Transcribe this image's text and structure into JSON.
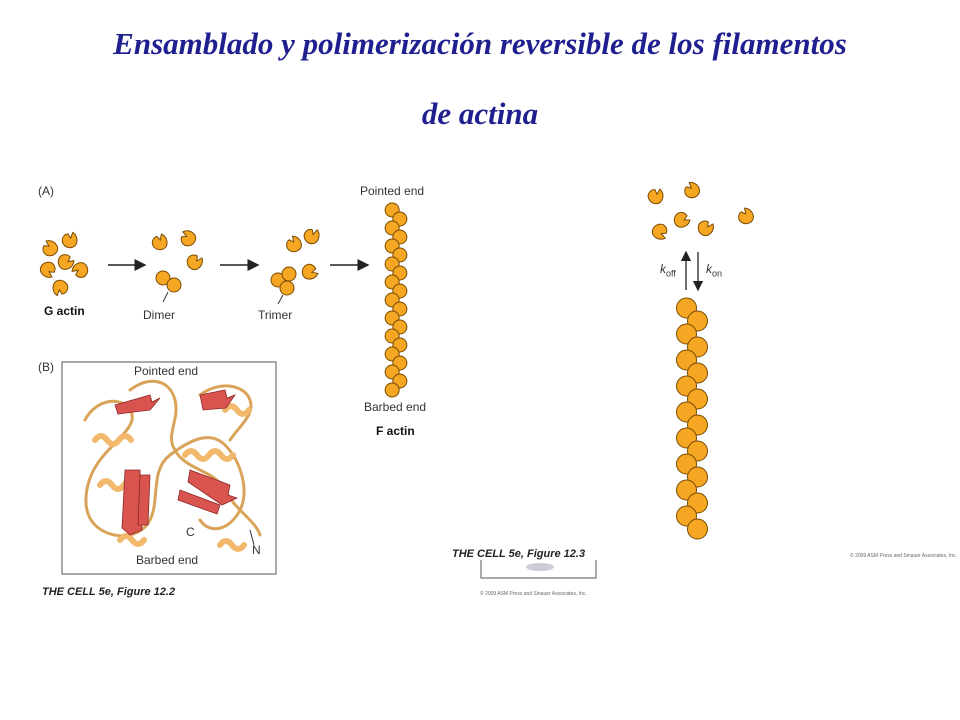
{
  "title": {
    "line1": "Ensamblado y polimerización reversible de los filamentos",
    "line2": "de actina"
  },
  "panel_a": {
    "label": "(A)",
    "g_actin": "G actin",
    "dimer": "Dimer",
    "trimer": "Trimer",
    "pointed_end": "Pointed end",
    "barbed_end": "Barbed end",
    "f_actin": "F actin"
  },
  "panel_b": {
    "label": "(B)",
    "pointed_end": "Pointed end",
    "barbed_end": "Barbed end",
    "c_term": "C",
    "n_term": "N"
  },
  "kinetics": {
    "k_off": "k",
    "k_off_sub": "off",
    "k_on": "k",
    "k_on_sub": "on"
  },
  "credits": {
    "fig_12_2": "THE CELL 5e, Figure 12.2",
    "fig_12_3": "THE CELL 5e, Figure 12.3",
    "copyright_left": "© 2009 ASM Press and Sinauer Associates, Inc.",
    "copyright_right": "© 2009 ASM Press and Sinauer Associates, Inc."
  },
  "colors": {
    "title": "#1f1f8f",
    "monomer_fill": "#f5a623",
    "monomer_stroke": "#7a4a00",
    "helix": "#f2b86b",
    "sheet": "#d9534f"
  }
}
